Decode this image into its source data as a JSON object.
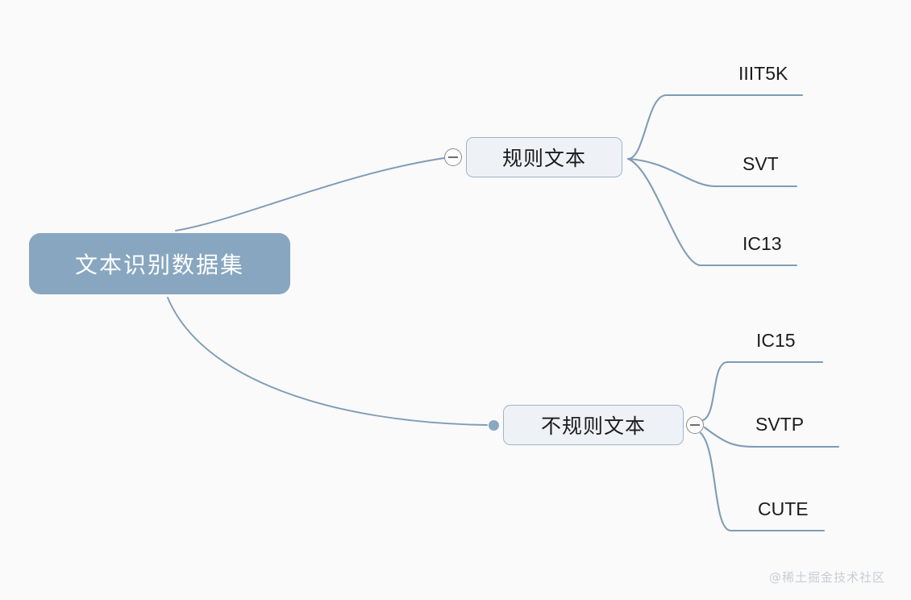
{
  "diagram": {
    "type": "mindmap",
    "background_color": "#fafafa",
    "edge_color": "#7f9cb6",
    "root": {
      "label": "文本识别数据集",
      "fill_color": "#88a6c0",
      "text_color": "#ffffff"
    },
    "branches": [
      {
        "label": "规则文本",
        "fill_color": "#eef2f7",
        "border_color": "#9db5cb",
        "toggle": {
          "icon": "minus-circle-icon",
          "state": "expanded",
          "side": "left"
        },
        "children": [
          {
            "label": "IIIT5K"
          },
          {
            "label": "SVT"
          },
          {
            "label": "IC13"
          }
        ]
      },
      {
        "label": "不规则文本",
        "fill_color": "#eef2f7",
        "border_color": "#9db5cb",
        "toggle": {
          "icon": "minus-circle-icon",
          "state": "expanded",
          "side": "right"
        },
        "bullet": {
          "icon": "bullet-dot-icon",
          "color": "#8aa7c1",
          "side": "left"
        },
        "children": [
          {
            "label": "IC15"
          },
          {
            "label": "SVTP"
          },
          {
            "label": "CUTE"
          }
        ]
      }
    ]
  },
  "watermark": {
    "text": "@稀土掘金技术社区",
    "color": "#c9cdd4"
  }
}
